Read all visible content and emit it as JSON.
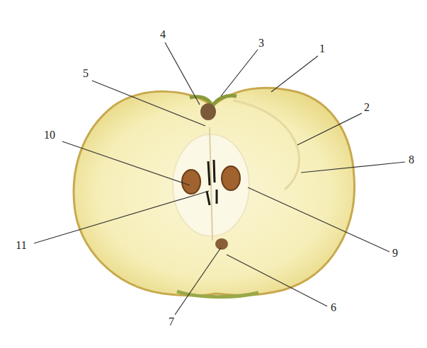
{
  "diagram": {
    "labels": [
      "4",
      "3",
      "1",
      "5",
      "2",
      "10",
      "8",
      "11",
      "9",
      "6",
      "7"
    ]
  }
}
